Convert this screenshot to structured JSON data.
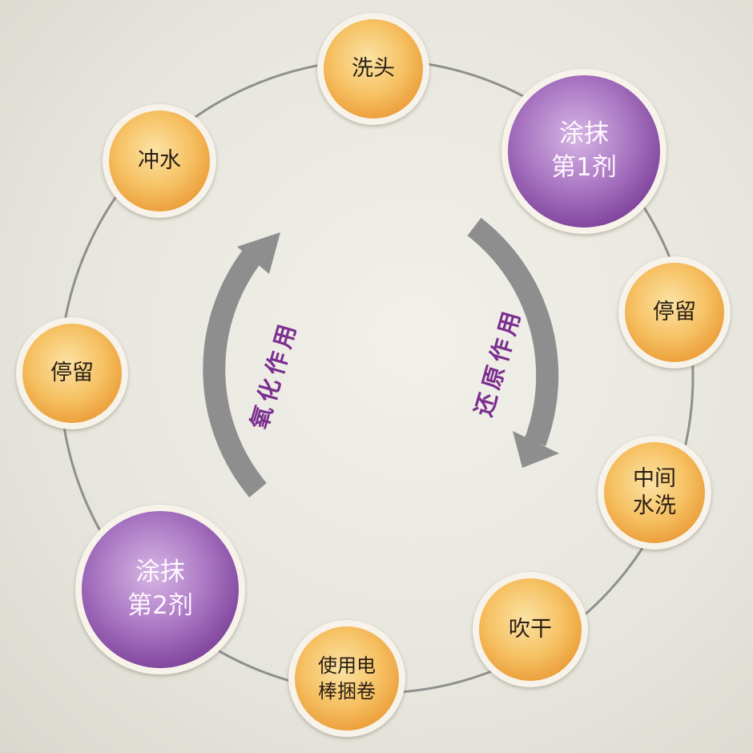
{
  "steps": [
    {
      "id": "wash-head",
      "label": "洗头",
      "kind": "orange"
    },
    {
      "id": "apply-agent-1",
      "label": "涂抹\n第1剂",
      "kind": "purple"
    },
    {
      "id": "wait-1",
      "label": "停留",
      "kind": "orange"
    },
    {
      "id": "middle-rinse",
      "label": "中间\n水洗",
      "kind": "orange"
    },
    {
      "id": "blow-dry",
      "label": "吹干",
      "kind": "orange"
    },
    {
      "id": "perm-rods",
      "label": "使用电\n棒捆卷",
      "kind": "orange"
    },
    {
      "id": "apply-agent-2",
      "label": "涂抹\n第2剂",
      "kind": "purple"
    },
    {
      "id": "wait-2",
      "label": "停留",
      "kind": "orange"
    },
    {
      "id": "rinse",
      "label": "冲水",
      "kind": "orange"
    }
  ],
  "arrows": {
    "right": {
      "label": "还原作用"
    },
    "left": {
      "label": "氧化作用"
    }
  },
  "colors": {
    "orange": "#f0a640",
    "purple": "#8a4aa8",
    "arrow": "#8e8e8e",
    "ring": "#8f8f8f",
    "label": "#7b2f8f"
  }
}
